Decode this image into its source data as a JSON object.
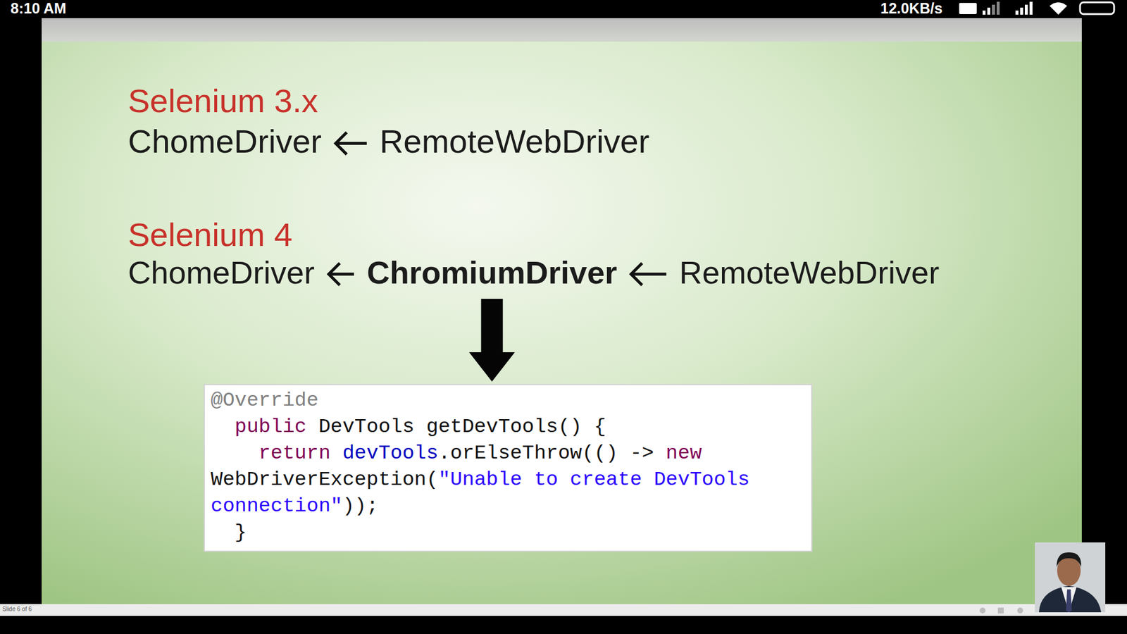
{
  "diagram": {
    "nodes": [
      {
        "text": [
          "ChomeDriver"
        ]
      },
      {
        "text": [
          "RemoteWebDriver"
        ]
      },
      {
        "text": [
          "ChomeDriver"
        ]
      },
      {
        "text": [
          "ChromiumDriver"
        ]
      },
      {
        "text": [
          "RemoteWebDriver"
        ]
      },
      {
        "text": [
          "@Override",
          "public",
          "DevTools getDevTools() {",
          "return",
          "devTools",
          ".orElseThrow(() ->",
          "new",
          "WebDriverException(",
          "\"Unable to create DevTools connection\"",
          "));",
          "}"
        ]
      }
    ],
    "edges": [
      {
        "from": 1,
        "to": 0,
        "arrow": "to"
      },
      {
        "from": 3,
        "to": 2,
        "arrow": "to"
      },
      {
        "from": 4,
        "to": 3,
        "arrow": "to"
      },
      {
        "from": 3,
        "to": 5,
        "arrow": "to"
      }
    ],
    "labels": [
      "8:10 AM",
      "12.0KB/s",
      "Selenium 3.x",
      "Selenium 4",
      "Slide 6 of 6"
    ]
  }
}
